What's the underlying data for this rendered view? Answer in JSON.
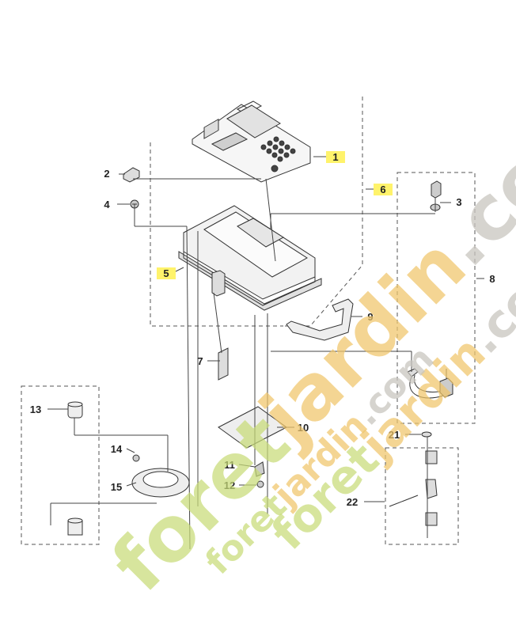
{
  "callouts": [
    {
      "id": "c1",
      "label": "1",
      "highlight": true
    },
    {
      "id": "c2",
      "label": "2",
      "highlight": false
    },
    {
      "id": "c3",
      "label": "3",
      "highlight": false
    },
    {
      "id": "c4",
      "label": "4",
      "highlight": false
    },
    {
      "id": "c5",
      "label": "5",
      "highlight": true
    },
    {
      "id": "c6",
      "label": "6",
      "highlight": true
    },
    {
      "id": "c7",
      "label": "7",
      "highlight": false
    },
    {
      "id": "c8",
      "label": "8",
      "highlight": false
    },
    {
      "id": "c9",
      "label": "9",
      "highlight": false
    },
    {
      "id": "c10",
      "label": "10",
      "highlight": false
    },
    {
      "id": "c11",
      "label": "11",
      "highlight": false
    },
    {
      "id": "c12",
      "label": "12",
      "highlight": false
    },
    {
      "id": "c13",
      "label": "13",
      "highlight": false
    },
    {
      "id": "c14",
      "label": "14",
      "highlight": false
    },
    {
      "id": "c15",
      "label": "15",
      "highlight": false
    },
    {
      "id": "c21",
      "label": "21",
      "highlight": false
    },
    {
      "id": "c22",
      "label": "22",
      "highlight": false
    }
  ],
  "watermarks": {
    "main": {
      "part1": "foret",
      "part2": "jardin",
      "part3": ".com"
    },
    "second": {
      "part1": "foret",
      "part2": "jardin",
      "part3": ".com"
    },
    "third": {
      "part1": "foret",
      "part2": "jardin",
      "part3": ".com"
    }
  },
  "colors": {
    "line": "#333333",
    "highlight": "#fff36b",
    "watermark_green": "#c8dc78",
    "watermark_orange": "#f0c66a",
    "watermark_grey": "#c9c6bf"
  }
}
